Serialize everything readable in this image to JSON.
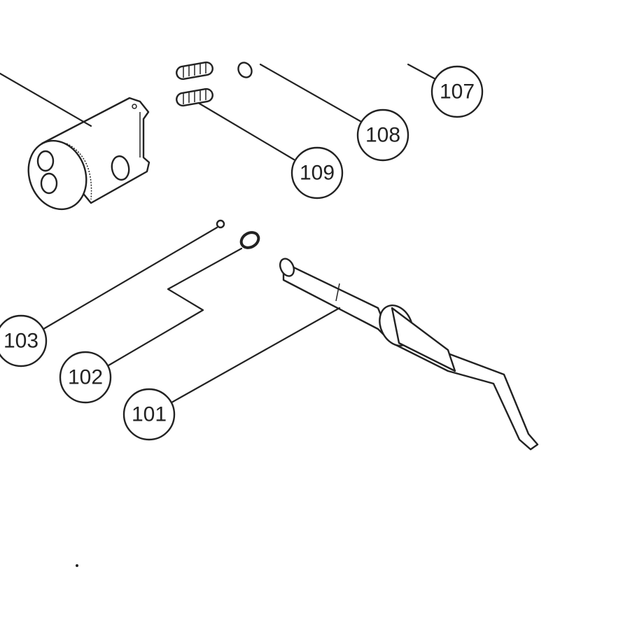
{
  "diagram": {
    "type": "exploded parts diagram",
    "callouts": [
      {
        "id": "107",
        "label": "107"
      },
      {
        "id": "108",
        "label": "108"
      },
      {
        "id": "109",
        "label": "109"
      },
      {
        "id": "103",
        "label": "103"
      },
      {
        "id": "102",
        "label": "102"
      },
      {
        "id": "101",
        "label": "101"
      }
    ]
  }
}
